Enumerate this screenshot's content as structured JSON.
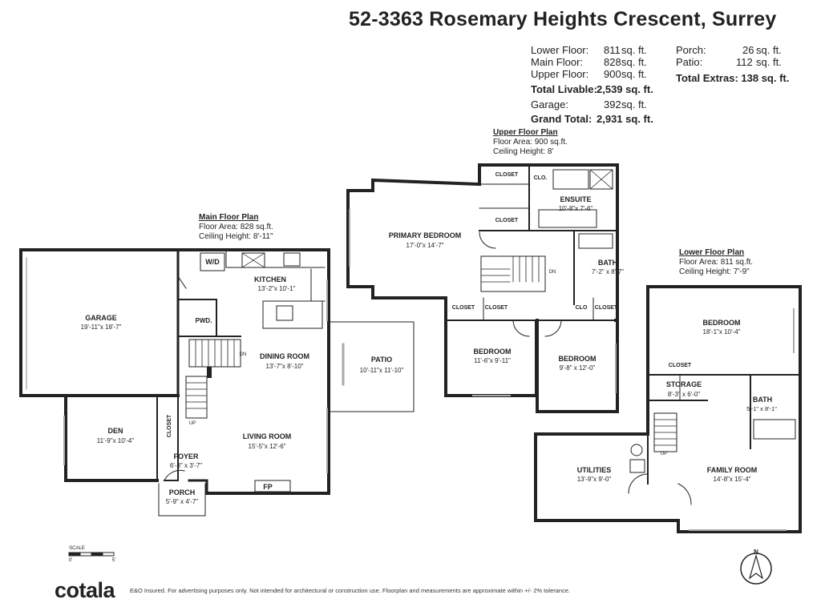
{
  "title": "52-3363 Rosemary Heights Crescent, Surrey",
  "stats": {
    "lower": {
      "label": "Lower Floor:",
      "value": "811",
      "unit": "sq. ft."
    },
    "main": {
      "label": "Main Floor:",
      "value": "828",
      "unit": "sq. ft."
    },
    "upper": {
      "label": "Upper Floor:",
      "value": "900",
      "unit": "sq. ft."
    },
    "total_livable": {
      "label": "Total Livable:",
      "value": "2,539 sq. ft."
    },
    "garage": {
      "label": "Garage:",
      "value": "392",
      "unit": "sq. ft."
    },
    "grand_total": {
      "label": "Grand Total:",
      "value": "2,931 sq. ft."
    },
    "porch": {
      "label": "Porch:",
      "value": "26",
      "unit": "sq. ft."
    },
    "patio": {
      "label": "Patio:",
      "value": "112",
      "unit": "sq. ft."
    },
    "total_extras": {
      "label": "Total Extras: 138 sq. ft."
    }
  },
  "plans": {
    "main": {
      "heading": "Main Floor Plan",
      "area": "Floor Area: 828 sq.ft.",
      "ceiling": "Ceiling Height: 8'-11\""
    },
    "upper": {
      "heading": "Upper Floor Plan",
      "area": "Floor Area: 900 sq.ft.",
      "ceiling": "Ceiling Height: 8'"
    },
    "lower": {
      "heading": "Lower Floor Plan",
      "area": "Floor Area: 811 sq.ft.",
      "ceiling": "Ceiling Height: 7'-9\""
    }
  },
  "rooms": {
    "garage": {
      "name": "GARAGE",
      "dim": "19'-11\"x 18'-7\""
    },
    "wd": {
      "name": "W/D"
    },
    "kitchen": {
      "name": "KITCHEN",
      "dim": "13'-2\"x 10'-1\""
    },
    "pwd": {
      "name": "PWD."
    },
    "dining": {
      "name": "DINING ROOM",
      "dim": "13'-7\"x 8'-10\""
    },
    "patio": {
      "name": "PATIO",
      "dim": "10'-11\"x 11'-10\""
    },
    "den": {
      "name": "DEN",
      "dim": "11'-9\"x 10'-4\""
    },
    "closet_main": {
      "name": "CLOSET"
    },
    "living": {
      "name": "LIVING ROOM",
      "dim": "15'-5\"x 12'-6\""
    },
    "foyer": {
      "name": "FOYER",
      "dim": "6'-3\" x 3'-7\""
    },
    "fp": {
      "name": "FP"
    },
    "porch": {
      "name": "PORCH",
      "dim": "5'-9\" x 4'-7\""
    },
    "primary": {
      "name": "PRIMARY BEDROOM",
      "dim": "17'-0\"x 14'-7\""
    },
    "closet_up1": {
      "name": "CLOSET"
    },
    "closet_up2": {
      "name": "CLOSET"
    },
    "clo_up1": {
      "name": "CLO."
    },
    "ensuite": {
      "name": "ENSUITE",
      "dim": "10'-8\"x 7'-6\""
    },
    "bath_up": {
      "name": "BATH",
      "dim": "7'-2\" x 8'-7\""
    },
    "closet_up3": {
      "name": "CLOSET"
    },
    "closet_up4": {
      "name": "CLOSET"
    },
    "clo_up2": {
      "name": "CLO"
    },
    "closet_up5": {
      "name": "CLOSET"
    },
    "bedroom2": {
      "name": "BEDROOM",
      "dim": "11'-6\"x 9'-11\""
    },
    "bedroom3": {
      "name": "BEDROOM",
      "dim": "9'-8\" x 12'-0\""
    },
    "bedroom_low": {
      "name": "BEDROOM",
      "dim": "18'-1\"x 10'-4\""
    },
    "closet_low": {
      "name": "CLOSET"
    },
    "storage": {
      "name": "STORAGE",
      "dim": "8'-3\" x 6'-0\""
    },
    "bath_low": {
      "name": "BATH",
      "dim": "5'-1\" x 8'-1\""
    },
    "utilities": {
      "name": "UTILITIES",
      "dim": "13'-9\"x 9'-0\""
    },
    "family": {
      "name": "FAMILY ROOM",
      "dim": "14'-8\"x 15'-4\""
    }
  },
  "stair_labels": {
    "dn1": "DN",
    "up1": "UP",
    "dn2": "DN",
    "up2": "UP"
  },
  "scale": {
    "label": "SCALE",
    "zero": "0'",
    "five": "5'"
  },
  "compass": {
    "letter": "N"
  },
  "footer": {
    "logo": "cotala",
    "disclaimer": "E&O Insured. For advertising purposes only. Not intended for architectural or construction use. Floorplan and measurements are approximate within +/- 2% tolerance."
  }
}
